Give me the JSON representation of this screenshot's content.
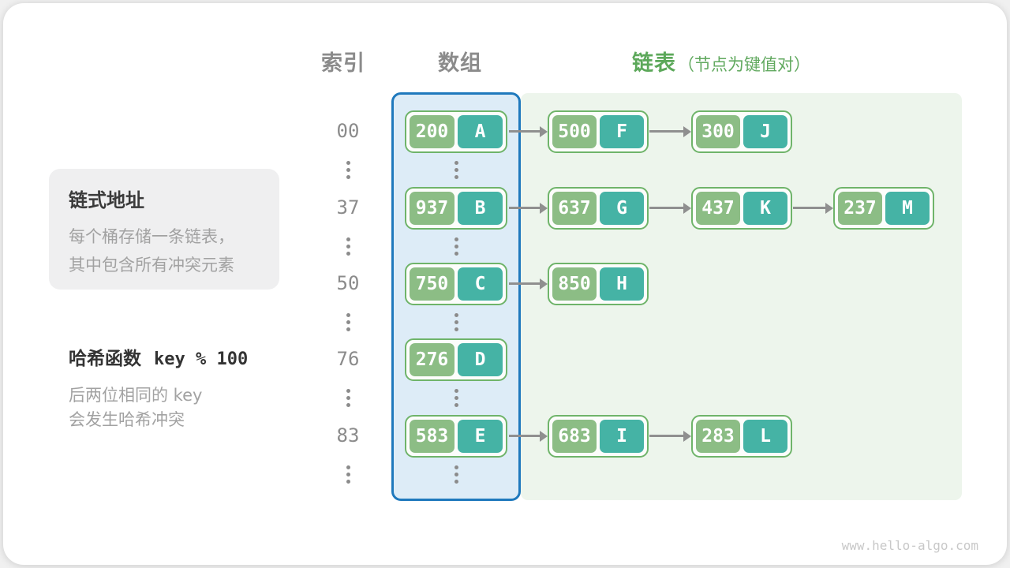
{
  "header": {
    "index": "索引",
    "array": "数组",
    "list": "链表",
    "list_note": "（节点为键值对）"
  },
  "info_box": {
    "title": "链式地址",
    "lines": [
      "每个桶存储一条链表，",
      "其中包含所有冲突元素"
    ]
  },
  "hash_note": {
    "title": "哈希函数",
    "formula": "key % 100",
    "lines": [
      "后两位相同的 key",
      "会发生哈希冲突"
    ]
  },
  "diagram": {
    "rows": [
      {
        "index": "00",
        "bucket": {
          "key": "200",
          "value": "A"
        },
        "chain": [
          {
            "key": "500",
            "value": "F"
          },
          {
            "key": "300",
            "value": "J"
          }
        ]
      },
      {
        "index": "37",
        "bucket": {
          "key": "937",
          "value": "B"
        },
        "chain": [
          {
            "key": "637",
            "value": "G"
          },
          {
            "key": "437",
            "value": "K"
          },
          {
            "key": "237",
            "value": "M"
          }
        ]
      },
      {
        "index": "50",
        "bucket": {
          "key": "750",
          "value": "C"
        },
        "chain": [
          {
            "key": "850",
            "value": "H"
          }
        ]
      },
      {
        "index": "76",
        "bucket": {
          "key": "276",
          "value": "D"
        },
        "chain": []
      },
      {
        "index": "83",
        "bucket": {
          "key": "583",
          "value": "E"
        },
        "chain": [
          {
            "key": "683",
            "value": "I"
          },
          {
            "key": "283",
            "value": "L"
          }
        ]
      }
    ]
  },
  "watermark": "www.hello-algo.com",
  "colors": {
    "key_green": "#8cbd85",
    "value_teal": "#45b3a5",
    "node_border_green": "#6fb46a",
    "array_fill_blue": "#ddecf7",
    "array_border_blue": "#1f79bd",
    "list_fill_green": "#edf5ec",
    "header_gray": "#8b8b8b",
    "header_green": "#5ca85a",
    "text_dark": "#3b3b3b",
    "text_gray": "#a2a2a2",
    "arrow_gray": "#8f8f8f",
    "info_box_bg": "#efeff0",
    "watermark_gray": "#c8c8c8"
  }
}
